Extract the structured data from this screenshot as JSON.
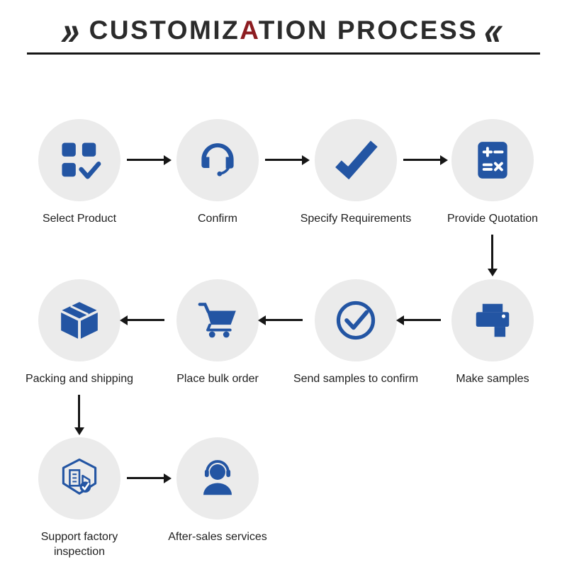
{
  "title": {
    "left_mark": "»",
    "text_before": "CUSTOMIZ",
    "highlight_letter": "A",
    "text_after": "TION PROCESS",
    "right_mark": "«"
  },
  "colors": {
    "icon_blue": "#2355a3",
    "circle_bg": "#ebebeb",
    "arrow": "#161616",
    "title_text": "#2b2b2b",
    "title_highlight": "#8d1d21",
    "label_text": "#1f1f1f"
  },
  "steps": [
    {
      "label": "Select Product",
      "icon": "grid-check-icon"
    },
    {
      "label": "Confirm",
      "icon": "support-agent-icon"
    },
    {
      "label": "Specify Requirements",
      "icon": "checkmark-icon"
    },
    {
      "label": "Provide Quotation",
      "icon": "calculator-icon"
    },
    {
      "label": "Make samples",
      "icon": "printer-icon"
    },
    {
      "label": "Send samples to confirm",
      "icon": "circle-check-icon"
    },
    {
      "label": "Place bulk order",
      "icon": "cart-icon"
    },
    {
      "label": "Packing and shipping",
      "icon": "box-icon"
    },
    {
      "label": "Support factory inspection",
      "icon": "factory-inspection-icon"
    },
    {
      "label": "After-sales services",
      "icon": "headset-person-icon"
    }
  ]
}
